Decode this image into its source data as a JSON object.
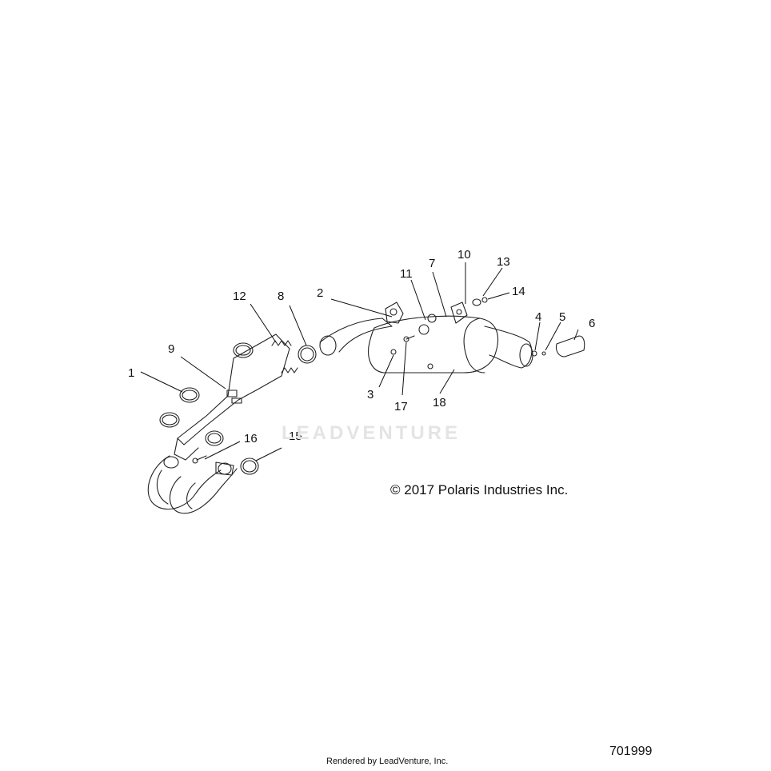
{
  "diagram": {
    "callouts": [
      "1",
      "2",
      "3",
      "4",
      "5",
      "6",
      "7",
      "8",
      "9",
      "10",
      "11",
      "12",
      "13",
      "14",
      "15",
      "16",
      "17",
      "18"
    ],
    "copyright": "© 2017 Polaris Industries Inc.",
    "watermark": "LEADVENTURE",
    "rendered_by": "Rendered by LeadVenture, Inc.",
    "diagram_id": "701999"
  }
}
